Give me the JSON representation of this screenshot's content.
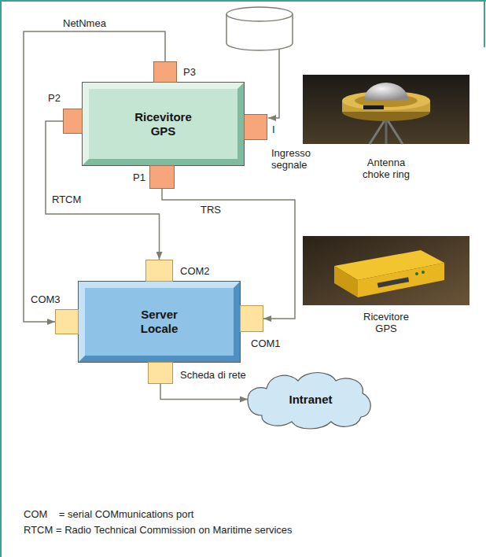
{
  "diagram": {
    "nodes": [
      {
        "text": [
          "Ricevitore GPS"
        ]
      },
      {
        "text": [
          "P3"
        ]
      },
      {
        "text": [
          "P2"
        ]
      },
      {
        "text": [
          "I"
        ]
      },
      {
        "text": [
          "P1"
        ]
      },
      {
        "text": [
          "Server Locale"
        ]
      },
      {
        "text": [
          "COM2"
        ]
      },
      {
        "text": [
          "COM3"
        ]
      },
      {
        "text": [
          "COM1"
        ]
      },
      {
        "text": [
          "Scheda di rete"
        ]
      },
      {
        "text": [
          "Intranet"
        ]
      }
    ],
    "edges": [
      {
        "from": 1,
        "to": 7,
        "label": "NetNmea",
        "arrow": "to"
      },
      {
        "from": 2,
        "to": 6,
        "label": "RTCM",
        "arrow": "to"
      },
      {
        "from": 4,
        "to": 8,
        "label": "TRS",
        "arrow": "to"
      },
      {
        "from": 9,
        "to": 10,
        "arrow": "to"
      }
    ],
    "labels": [
      "Ingresso segnale",
      "Antenna choke ring",
      "Ricevitore GPS",
      "COM    = serial COMmunications port",
      "RTCM = Radio Technical Commission on Maritime services"
    ]
  }
}
